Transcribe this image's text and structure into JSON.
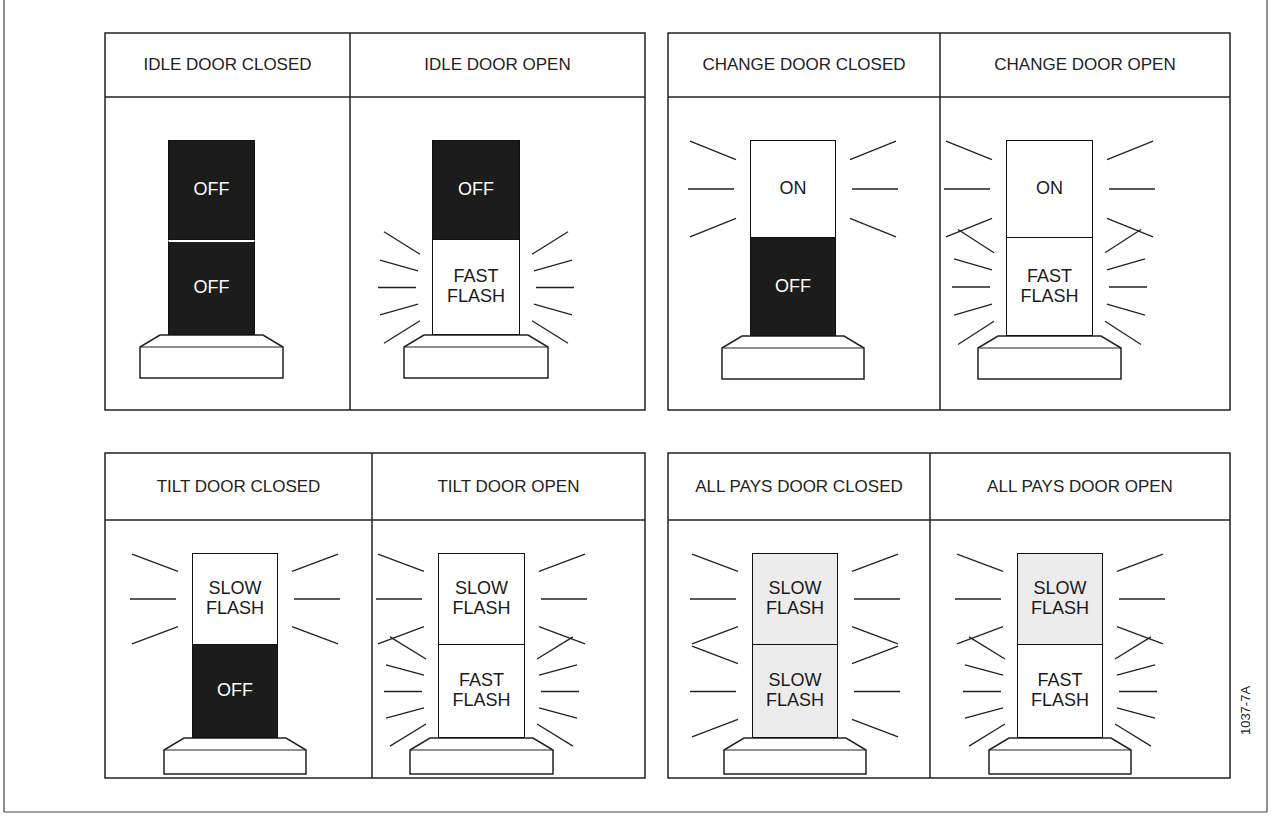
{
  "diagram": {
    "nodes": [
      {
        "text": [
          "IDLE DOOR CLOSED"
        ]
      },
      {
        "text": [
          "OFF"
        ],
        "in": 0
      },
      {
        "text": [
          "OFF"
        ],
        "in": 0
      },
      {
        "text": [
          "IDLE DOOR OPEN"
        ]
      },
      {
        "text": [
          "OFF"
        ],
        "in": 3
      },
      {
        "text": [
          "FAST FLASH"
        ],
        "in": 3
      },
      {
        "text": [
          "CHANGE DOOR CLOSED"
        ]
      },
      {
        "text": [
          "ON"
        ],
        "in": 6
      },
      {
        "text": [
          "OFF"
        ],
        "in": 6
      },
      {
        "text": [
          "CHANGE DOOR OPEN"
        ]
      },
      {
        "text": [
          "ON"
        ],
        "in": 9
      },
      {
        "text": [
          "FAST FLASH"
        ],
        "in": 9
      },
      {
        "text": [
          "TILT DOOR CLOSED"
        ]
      },
      {
        "text": [
          "SLOW FLASH"
        ],
        "in": 12
      },
      {
        "text": [
          "OFF"
        ],
        "in": 12
      },
      {
        "text": [
          "TILT DOOR OPEN"
        ]
      },
      {
        "text": [
          "SLOW FLASH"
        ],
        "in": 15
      },
      {
        "text": [
          "FAST FLASH"
        ],
        "in": 15
      },
      {
        "text": [
          "ALL PAYS DOOR CLOSED"
        ]
      },
      {
        "text": [
          "SLOW FLASH"
        ],
        "in": 18
      },
      {
        "text": [
          "SLOW FLASH"
        ],
        "in": 18
      },
      {
        "text": [
          "ALL PAYS DOOR OPEN"
        ]
      },
      {
        "text": [
          "SLOW FLASH"
        ],
        "in": 21
      },
      {
        "text": [
          "FAST FLASH"
        ],
        "in": 21
      }
    ],
    "labels": [
      "1037-7A"
    ]
  }
}
